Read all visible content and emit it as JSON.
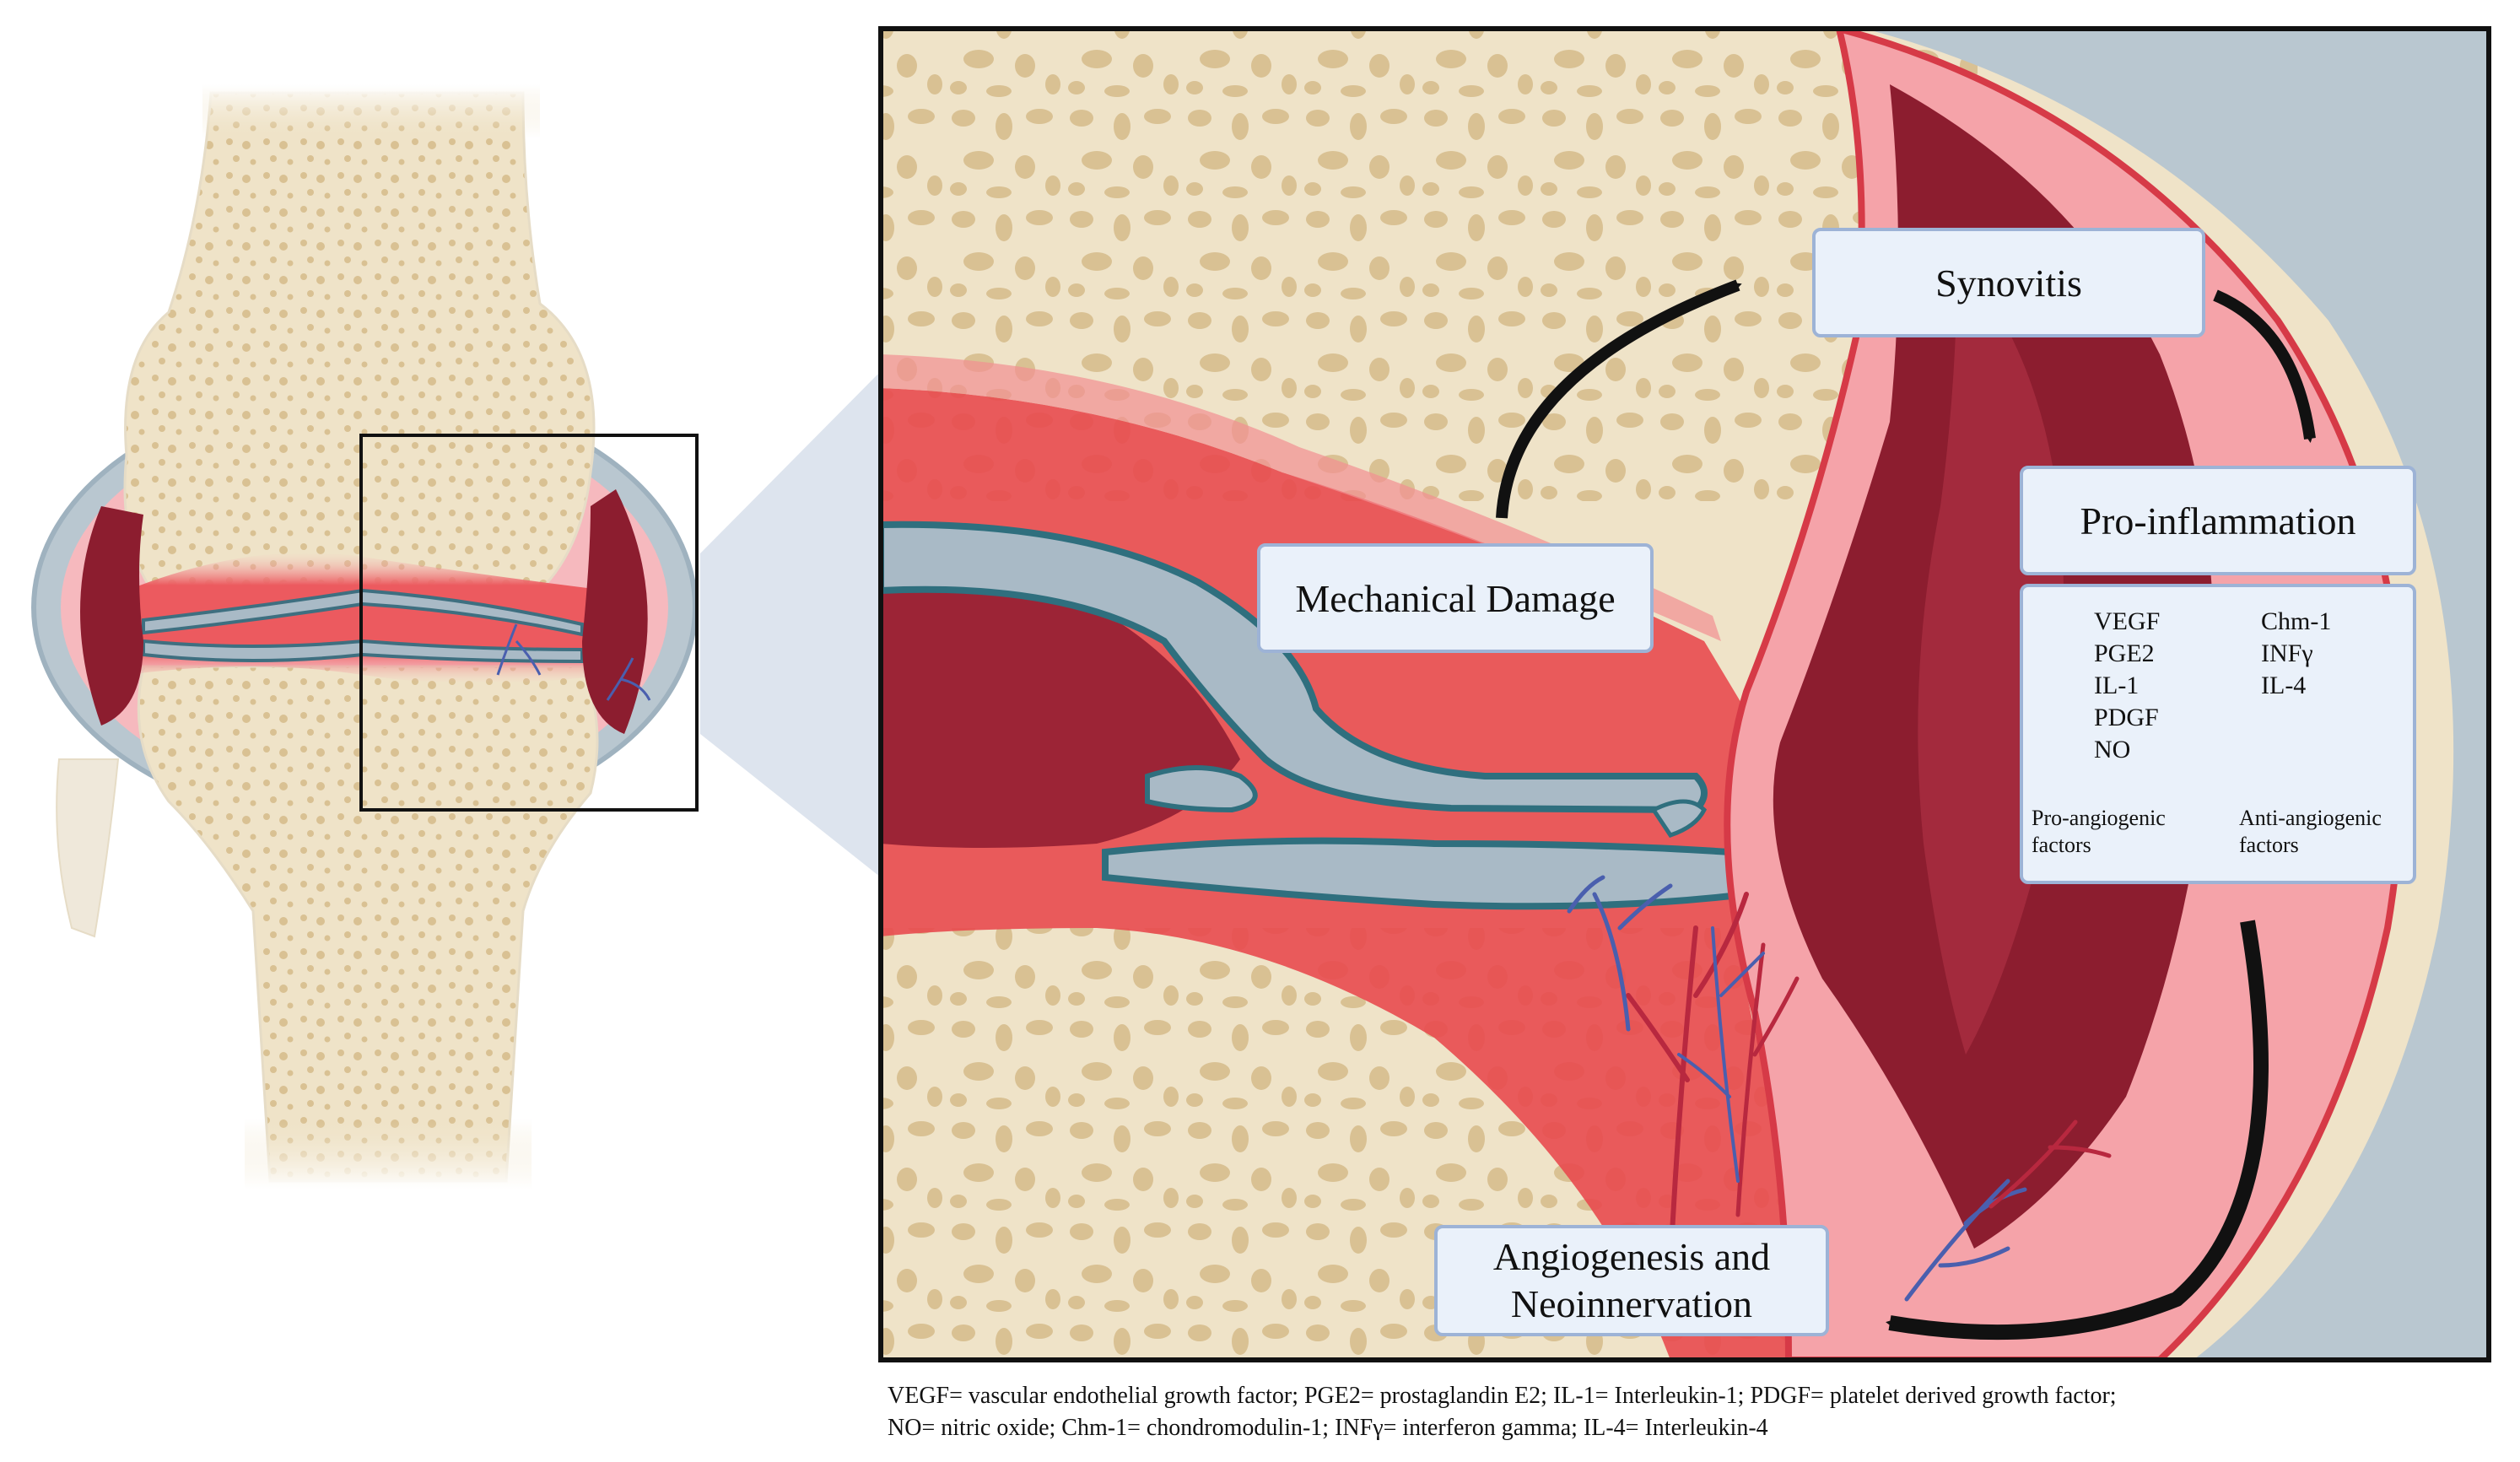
{
  "labels": {
    "synovitis": "Synovitis",
    "pro_inflammation": "Pro-inflammation",
    "mechanical_damage": "Mechanical Damage",
    "angiogenesis_line1": "Angiogenesis and",
    "angiogenesis_line2": "Neoinnervation"
  },
  "factors": {
    "pro": [
      "VEGF",
      "PGE2",
      "IL-1",
      "PDGF",
      "NO"
    ],
    "anti": [
      "Chm-1",
      "INFγ",
      "IL-4"
    ],
    "pro_caption_line1": "Pro-angiogenic",
    "pro_caption_line2": "factors",
    "anti_caption_line1": "Anti-angiogenic",
    "anti_caption_line2": "factors"
  },
  "caption": {
    "line1": "VEGF= vascular endothelial growth factor; PGE2= prostaglandin E2; IL-1= Interleukin-1; PDGF= platelet derived growth factor;",
    "line2": "NO= nitric oxide; Chm-1= chondromodulin-1; INFγ= interferon gamma; IL-4= Interleukin-4"
  },
  "colors": {
    "bone": "#efe3c8",
    "trabecule": "#d9c193",
    "cartilage": "#a9bac6",
    "inflammation": "#e84a4f",
    "synovium_dark": "#8c1d2f",
    "synovium_light": "#f5a3a9",
    "box_fill": "#eaf1fa",
    "box_border": "#9db3d6",
    "vessel_blue": "#4a5fae",
    "vessel_red": "#b8283f"
  }
}
